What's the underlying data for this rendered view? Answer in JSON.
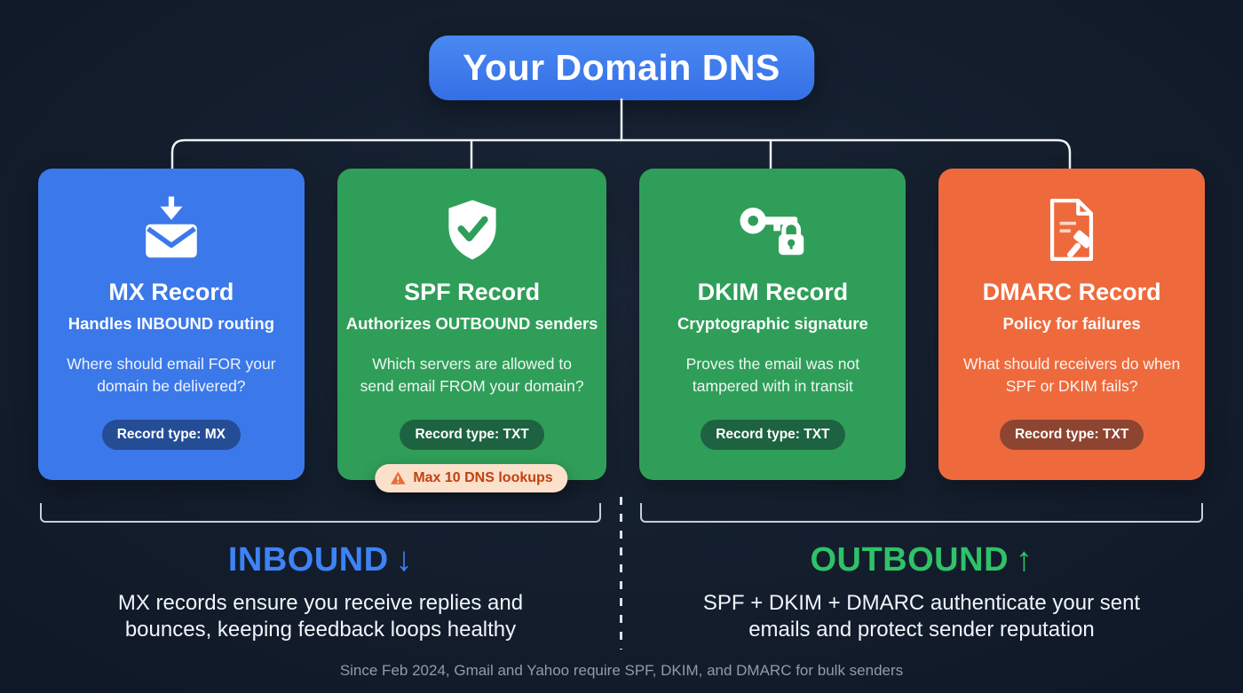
{
  "title": "Your Domain DNS",
  "colors": {
    "background": "#131d2c",
    "title_bg": "#3b7bf0",
    "connector": "#edf1f6",
    "bracket": "#c6cfda"
  },
  "cards": [
    {
      "name": "MX Record",
      "subtitle": "Handles INBOUND routing",
      "description": "Where should email FOR your domain be delivered?",
      "badge": "Record type: MX",
      "color": "#3b78ea",
      "icon": "mail-inbound-icon"
    },
    {
      "name": "SPF Record",
      "subtitle": "Authorizes OUTBOUND senders",
      "description": "Which servers are allowed to send email FROM your domain?",
      "badge": "Record type: TXT",
      "color": "#2f9e59",
      "icon": "shield-check-icon"
    },
    {
      "name": "DKIM Record",
      "subtitle": "Cryptographic signature",
      "description": "Proves the email was not tampered with in transit",
      "badge": "Record type: TXT",
      "color": "#2f9e59",
      "icon": "key-lock-icon"
    },
    {
      "name": "DMARC Record",
      "subtitle": "Policy for failures",
      "description": "What should receivers do when SPF or DKIM fails?",
      "badge": "Record type: TXT",
      "color": "#ee6a3d",
      "icon": "document-gavel-icon"
    }
  ],
  "warning": {
    "text": "Max 10 DNS lookups",
    "icon": "warning-icon",
    "bg": "#fbe0cb",
    "fg": "#c2410c"
  },
  "sections": [
    {
      "label": "INBOUND",
      "arrow": "↓",
      "color": "#3e83f6",
      "description": "MX records ensure you receive replies and bounces, keeping feedback loops healthy"
    },
    {
      "label": "OUTBOUND",
      "arrow": "↑",
      "color": "#2fc268",
      "description": "SPF + DKIM + DMARC authenticate your sent emails and protect sender reputation"
    }
  ],
  "footer": "Since Feb 2024, Gmail and Yahoo require SPF, DKIM, and DMARC for bulk senders"
}
